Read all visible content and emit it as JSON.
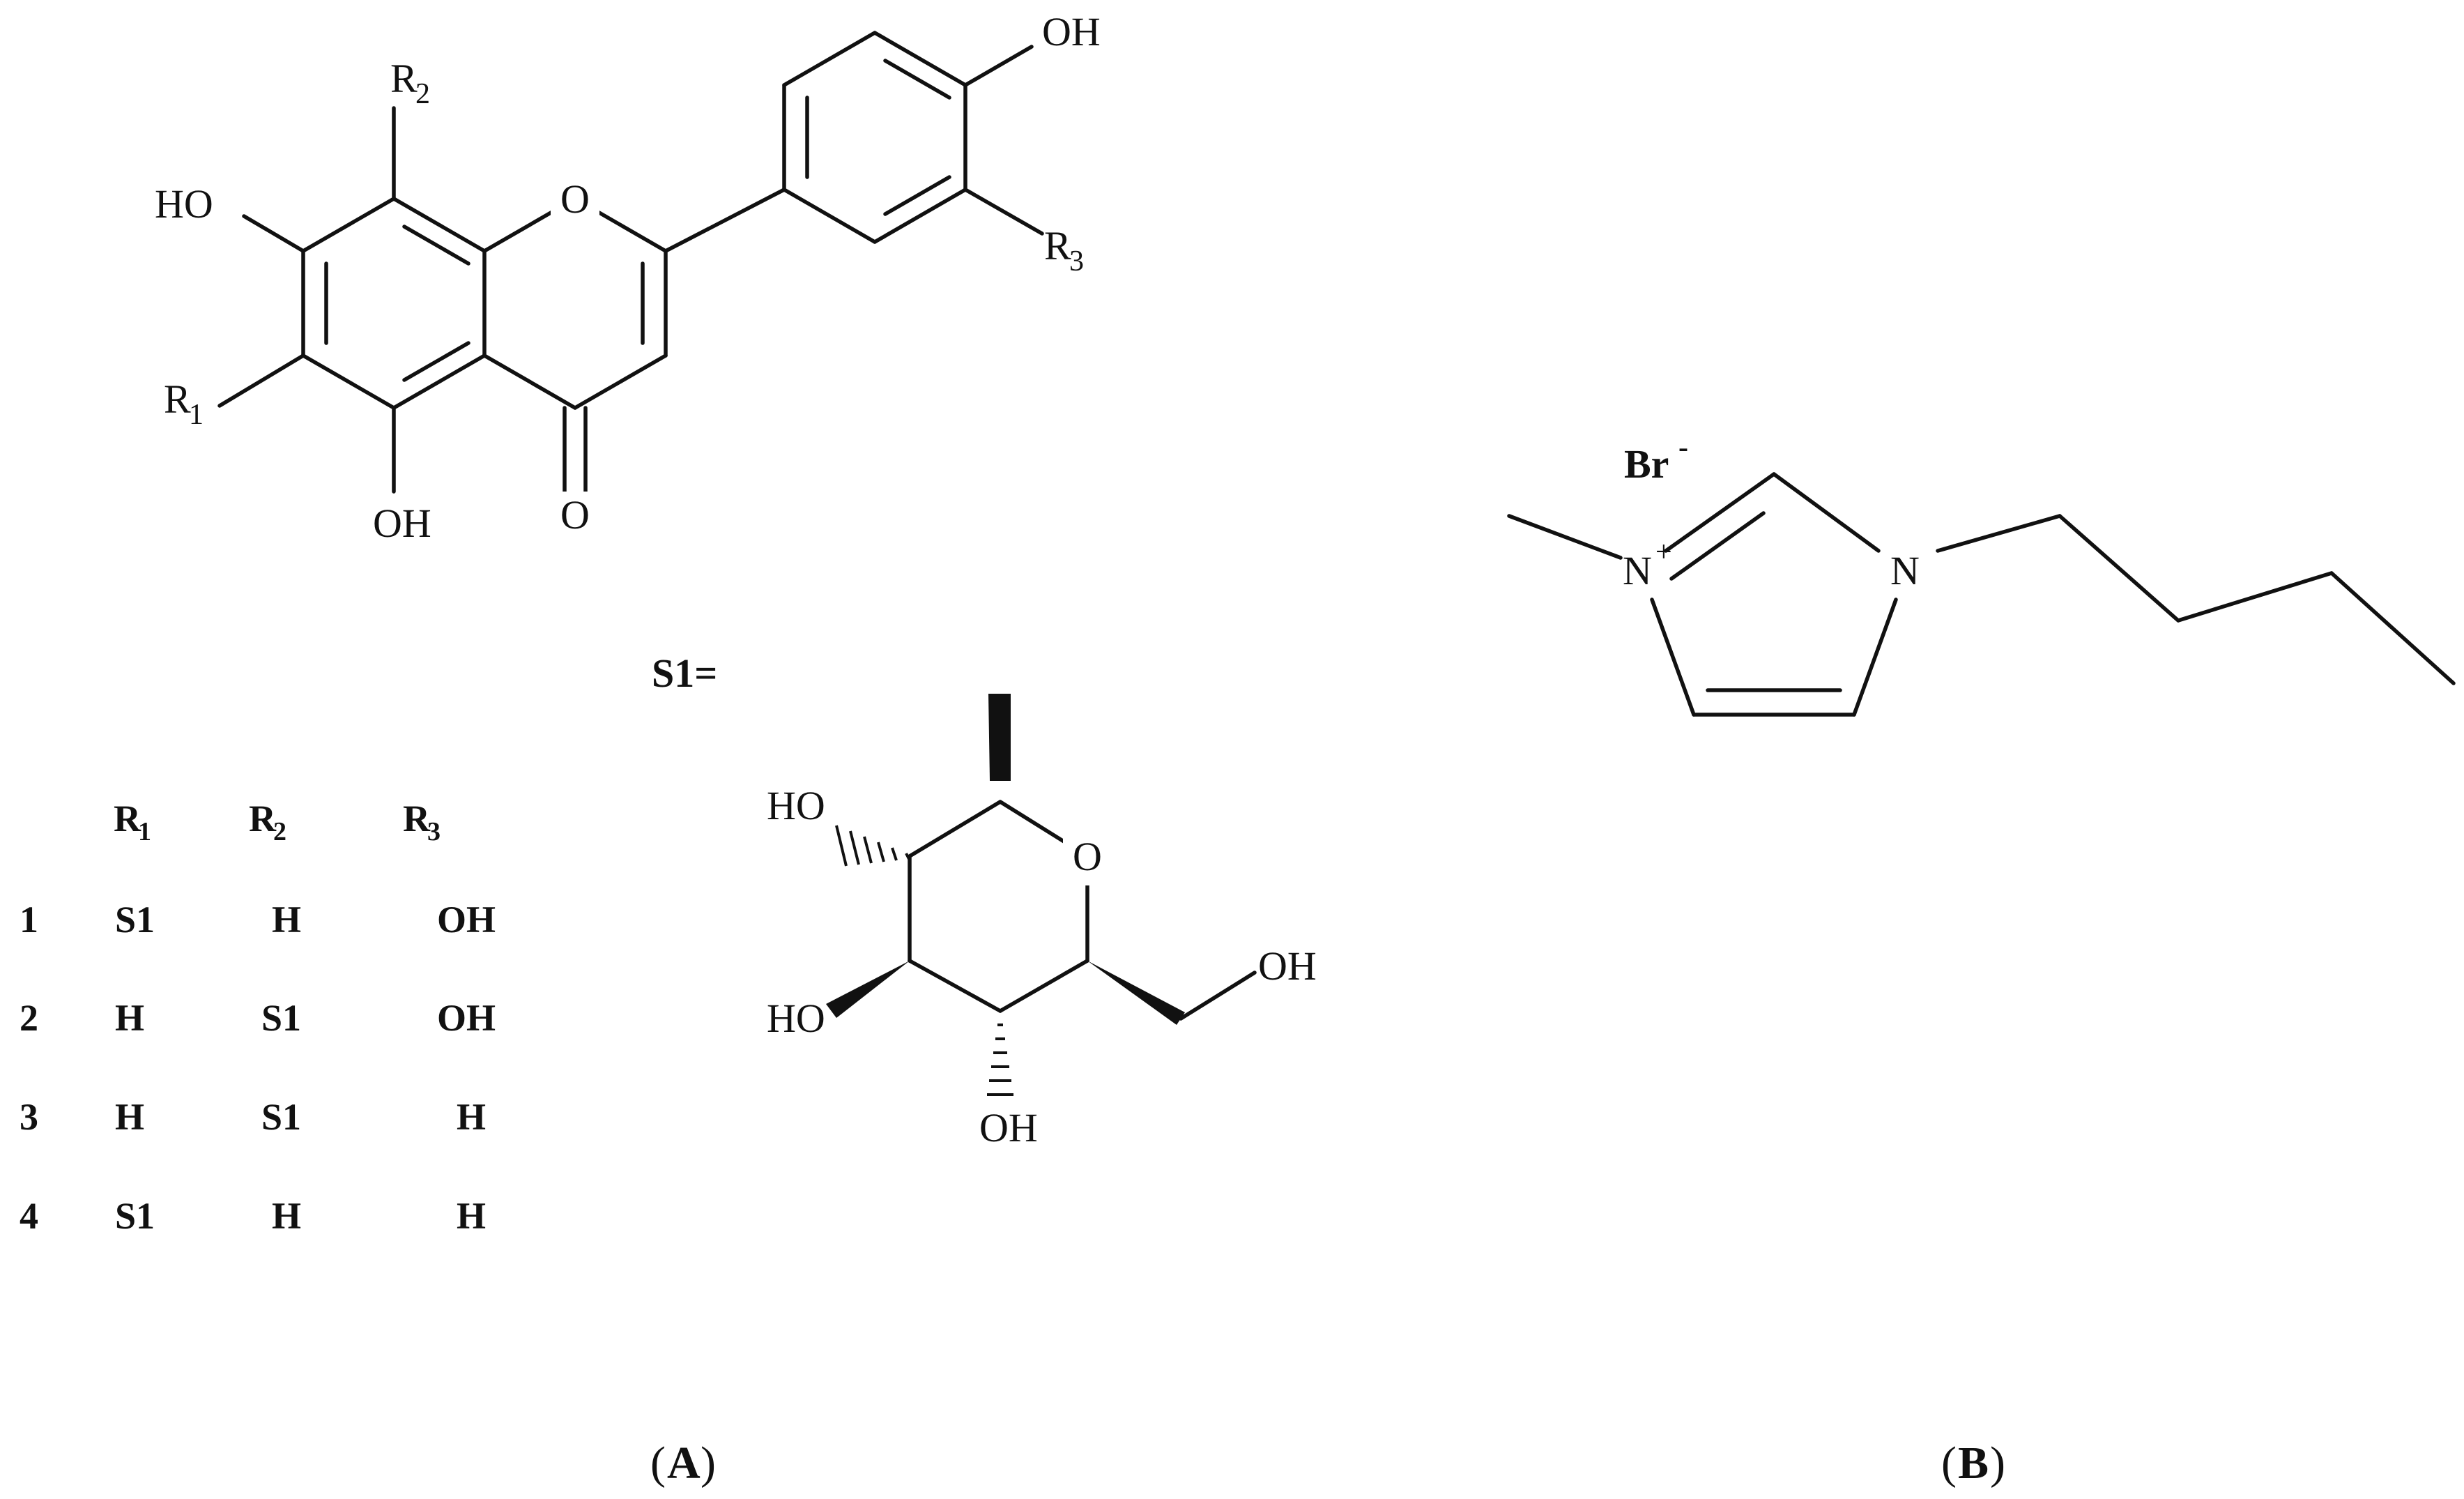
{
  "panel_a": {
    "caption": "A",
    "flavone": {
      "oh_top": "OH",
      "ho_left": "HO",
      "oh_bottom": "OH",
      "ring_o": "O",
      "carbonyl_o": "O",
      "r1": {
        "base": "R",
        "sub": "1"
      },
      "r2": {
        "base": "R",
        "sub": "2"
      },
      "r3": {
        "base": "R",
        "sub": "3"
      }
    },
    "s1_label": "S1=",
    "sugar": {
      "ho_top": "HO",
      "ring_o": "O",
      "oh_right": "OH",
      "ho_left": "HO",
      "oh_bottom": "OH"
    },
    "table": {
      "headers": [
        {
          "base": "R",
          "sub": "1"
        },
        {
          "base": "R",
          "sub": "2"
        },
        {
          "base": "R",
          "sub": "3"
        }
      ],
      "rows": [
        {
          "id": "1",
          "r1": "S1",
          "r2": "H",
          "r3": "OH"
        },
        {
          "id": "2",
          "r1": "H",
          "r2": "S1",
          "r3": "OH"
        },
        {
          "id": "3",
          "r1": "H",
          "r2": "S1",
          "r3": "H"
        },
        {
          "id": "4",
          "r1": "S1",
          "r2": "H",
          "r3": "H"
        }
      ]
    }
  },
  "panel_b": {
    "caption": "B",
    "anion": {
      "base": "Br",
      "sup": "-"
    },
    "n_plus": {
      "base": "N",
      "sup": "+"
    },
    "n": "N"
  }
}
